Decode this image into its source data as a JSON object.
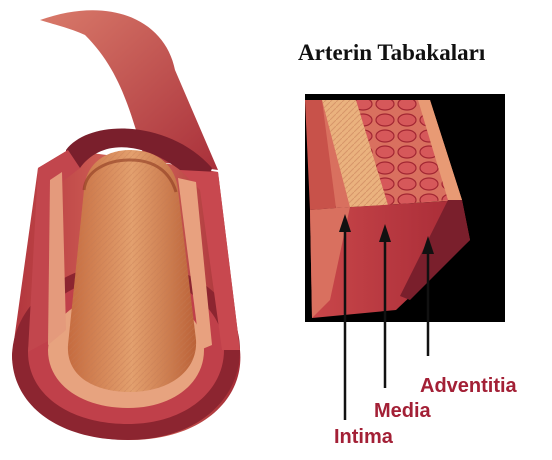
{
  "title": "Arterin Tabakaları",
  "labels": {
    "intima": "Intima",
    "media": "Media",
    "adventitia": "Adventitia"
  },
  "colors": {
    "label_text": "#a32036",
    "arrow": "#111111",
    "inset_background": "#000000",
    "lumen": "#d98a55",
    "intima_layer": "#e7a37f",
    "media_layer": "#b8383e",
    "adventitia_layer": "#d9705f"
  }
}
